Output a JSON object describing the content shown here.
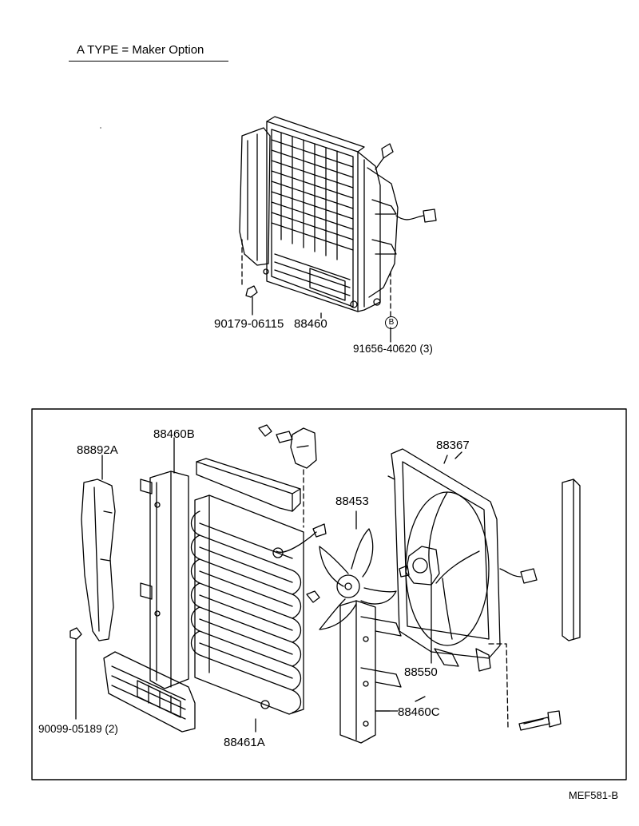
{
  "header": {
    "title": "A TYPE = Maker Option"
  },
  "upper_assembly": {
    "part_labels": {
      "nut": "90179-06115",
      "condenser_assy": "88460",
      "bolt_symbol": "B",
      "bolt": "91656-40620 (3)"
    }
  },
  "exploded_view": {
    "part_labels": {
      "seal_left": "88892A",
      "bracket": "88460B",
      "fan_shroud": "88367",
      "fan": "88453",
      "condenser": "88461A",
      "motor": "88550",
      "support": "88460C",
      "clip": "90099-05189 (2)"
    }
  },
  "footer": {
    "diagram_code": "MEF581-B"
  }
}
